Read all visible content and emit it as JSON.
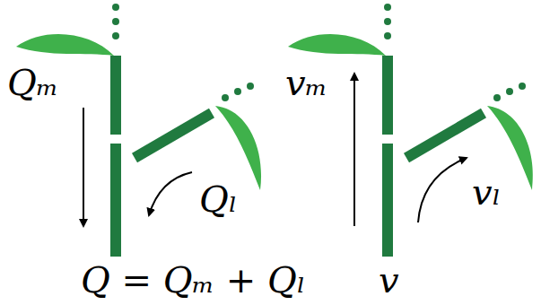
{
  "diagram": {
    "labels": [
      "Qₘ",
      "Qₗ",
      "Q = Qₘ + Qₗ",
      "vₘ",
      "vₗ",
      "v"
    ]
  }
}
